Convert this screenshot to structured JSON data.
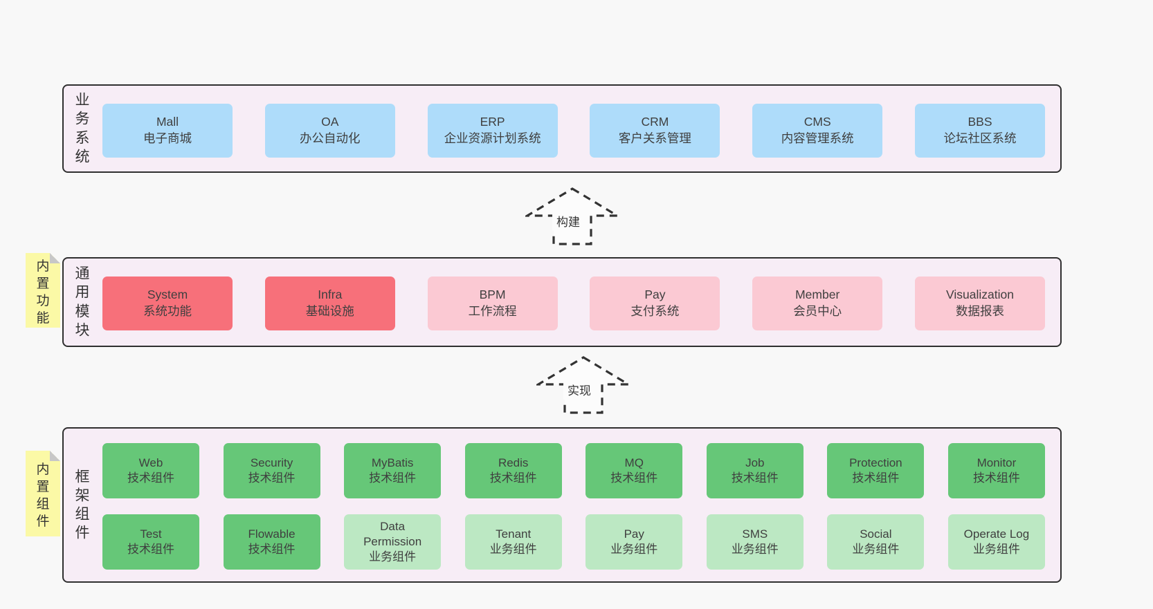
{
  "colors": {
    "page-bg": "#f8f8f8",
    "layer-bg": "#f7edf6",
    "layer-border": "#2f2f2f",
    "node-blue": "#aedcfa",
    "node-red": "#f7707a",
    "node-pink": "#fbc9d3",
    "node-green": "#66c778",
    "node-green-light": "#bce8c3",
    "sticky-bg": "#fbf9a6",
    "text": "#3f3f3f"
  },
  "arrows": {
    "build": "构建",
    "implement": "实现"
  },
  "layers": {
    "business": {
      "label": "业务系统",
      "boxes": [
        {
          "name": "Mall",
          "desc": "电子商城"
        },
        {
          "name": "OA",
          "desc": "办公自动化"
        },
        {
          "name": "ERP",
          "desc": "企业资源计划系统"
        },
        {
          "name": "CRM",
          "desc": "客户关系管理"
        },
        {
          "name": "CMS",
          "desc": "内容管理系统"
        },
        {
          "name": "BBS",
          "desc": "论坛社区系统"
        }
      ]
    },
    "modules": {
      "label": "通用模块",
      "sticky": "内置功能",
      "boxes": [
        {
          "name": "System",
          "desc": "系统功能",
          "variant": "red"
        },
        {
          "name": "Infra",
          "desc": "基础设施",
          "variant": "red"
        },
        {
          "name": "BPM",
          "desc": "工作流程",
          "variant": "pink"
        },
        {
          "name": "Pay",
          "desc": "支付系统",
          "variant": "pink"
        },
        {
          "name": "Member",
          "desc": "会员中心",
          "variant": "pink"
        },
        {
          "name": "Visualization",
          "desc": "数据报表",
          "variant": "pink"
        }
      ]
    },
    "framework": {
      "label": "框架组件",
      "sticky": "内置组件",
      "row1": [
        {
          "name": "Web",
          "desc": "技术组件",
          "variant": "green"
        },
        {
          "name": "Security",
          "desc": "技术组件",
          "variant": "green"
        },
        {
          "name": "MyBatis",
          "desc": "技术组件",
          "variant": "green"
        },
        {
          "name": "Redis",
          "desc": "技术组件",
          "variant": "green"
        },
        {
          "name": "MQ",
          "desc": "技术组件",
          "variant": "green"
        },
        {
          "name": "Job",
          "desc": "技术组件",
          "variant": "green"
        },
        {
          "name": "Protection",
          "desc": "技术组件",
          "variant": "green"
        },
        {
          "name": "Monitor",
          "desc": "技术组件",
          "variant": "green"
        }
      ],
      "row2": [
        {
          "name": "Test",
          "desc": "技术组件",
          "variant": "green"
        },
        {
          "name": "Flowable",
          "desc": "技术组件",
          "variant": "green"
        },
        {
          "name": "Data Permission",
          "desc": "业务组件",
          "variant": "green-light"
        },
        {
          "name": "Tenant",
          "desc": "业务组件",
          "variant": "green-light"
        },
        {
          "name": "Pay",
          "desc": "业务组件",
          "variant": "green-light"
        },
        {
          "name": "SMS",
          "desc": "业务组件",
          "variant": "green-light"
        },
        {
          "name": "Social",
          "desc": "业务组件",
          "variant": "green-light"
        },
        {
          "name": "Operate Log",
          "desc": "业务组件",
          "variant": "green-light"
        }
      ]
    }
  }
}
